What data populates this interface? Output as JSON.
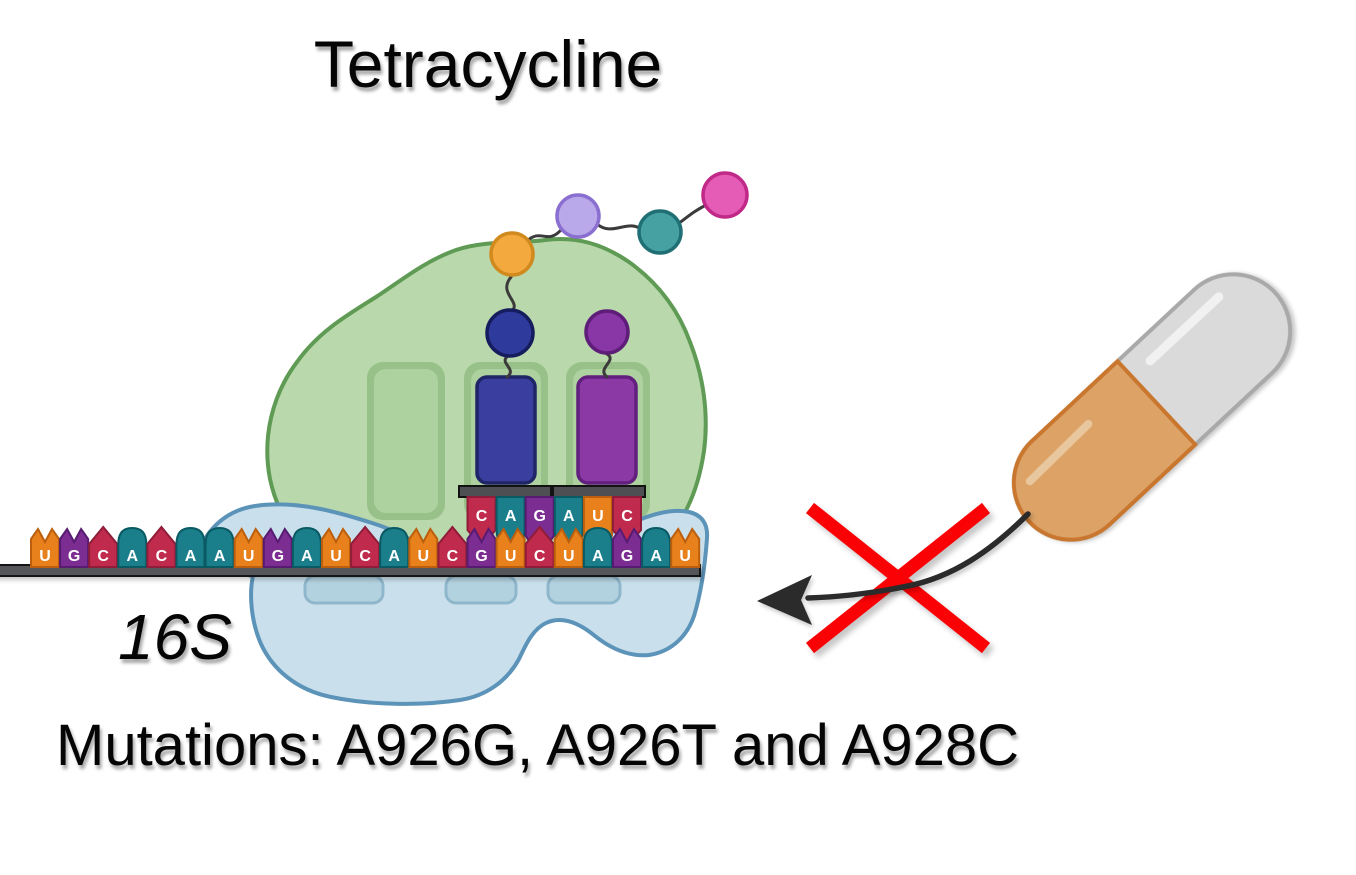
{
  "title": "Tetracycline",
  "labels": {
    "rrna": "16S",
    "mutations": "Mutations: A926G, A926T and A928C"
  },
  "mrna": {
    "sequence": [
      "U",
      "G",
      "C",
      "A",
      "C",
      "A",
      "A",
      "U",
      "G",
      "A",
      "U",
      "C",
      "A",
      "U",
      "C",
      "G",
      "U",
      "C",
      "U",
      "A",
      "G",
      "A",
      "U"
    ],
    "bar_color": "#55565a",
    "bar_stroke": "#141414"
  },
  "nucleotide_colors": {
    "A": {
      "fill": "#1a7f8b",
      "stroke": "#0a5a64"
    },
    "U": {
      "fill": "#e8811c",
      "stroke": "#bb5f0e"
    },
    "G": {
      "fill": "#7c2d92",
      "stroke": "#571b72"
    },
    "C": {
      "fill": "#c02b4d",
      "stroke": "#8f1d39"
    }
  },
  "trnas": [
    {
      "site": "P",
      "body": "#3a3f9f",
      "body_stroke": "#1f2566",
      "circle": "#2e3a9c",
      "circle_stroke": "#151d5e",
      "anticodon": [
        "C",
        "A",
        "G"
      ]
    },
    {
      "site": "A",
      "body": "#8a39a5",
      "body_stroke": "#611f7e",
      "circle": "#8936a6",
      "circle_stroke": "#5d1d78",
      "anticodon": [
        "A",
        "U",
        "C"
      ]
    }
  ],
  "peptide_chain": [
    {
      "name": "amino-acid-orange",
      "fill": "#f3a93d",
      "stroke": "#d18a1e"
    },
    {
      "name": "amino-acid-lavender",
      "fill": "#b9a9ea",
      "stroke": "#8a6fd0"
    },
    {
      "name": "amino-acid-teal",
      "fill": "#46a2a2",
      "stroke": "#206f74"
    },
    {
      "name": "amino-acid-pink",
      "fill": "#e45cb5",
      "stroke": "#c02988"
    }
  ],
  "ribosome": {
    "large_fill": "#b9d8ab",
    "large_stroke": "#5f9b54",
    "slot_ring": "#98c189",
    "slot_fill": "#add19f",
    "small_fill": "#c9e0ec",
    "small_stroke": "#5c93b8",
    "bump_fill": "#b3d2e0",
    "bump_stroke": "#8fb7cb",
    "stem_bar_fill": "#4e4f52",
    "stem_bar_stroke": "#121212"
  },
  "capsule": {
    "body": "#dca266",
    "body_stroke": "#c9762e",
    "cap": "#dadada",
    "cap_stroke": "#a9a9a9"
  },
  "annotations": {
    "x_color": "#fa0105",
    "arrow_color": "#2b2b2b",
    "squiggle_color": "#3b3b3b"
  }
}
